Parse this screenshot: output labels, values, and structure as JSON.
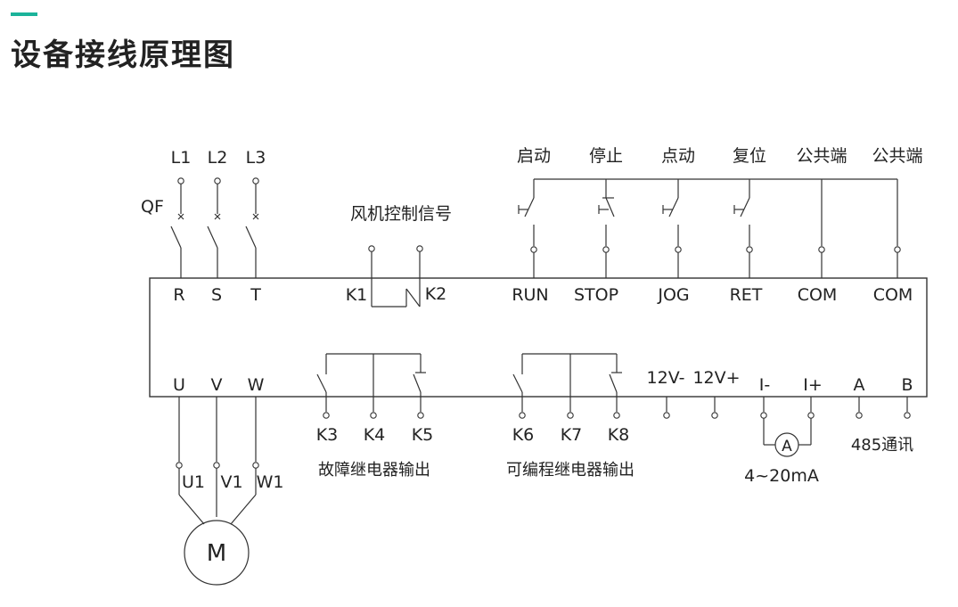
{
  "header": {
    "title": "设备接线原理图",
    "accent_color": "#1bb39a"
  },
  "power_input": {
    "lines": [
      "L1",
      "L2",
      "L3"
    ],
    "breaker": "QF"
  },
  "fan_control": {
    "title": "风机控制信号",
    "terminals": [
      "K1",
      "K2"
    ]
  },
  "control_inputs": {
    "labels": [
      "启动",
      "停止",
      "点动",
      "复位",
      "公共端",
      "公共端"
    ],
    "terminals": [
      "RUN",
      "STOP",
      "JOG",
      "RET",
      "COM",
      "COM"
    ]
  },
  "box_top_terminals": [
    "R",
    "S",
    "T"
  ],
  "box_bottom_terminals": [
    "U",
    "V",
    "W"
  ],
  "motor": {
    "terminals": [
      "U1",
      "V1",
      "W1"
    ],
    "label": "M"
  },
  "fault_relay": {
    "terminals": [
      "K3",
      "K4",
      "K5"
    ],
    "title": "故障继电器输出"
  },
  "prog_relay": {
    "terminals": [
      "K6",
      "K7",
      "K8"
    ],
    "title": "可编程继电器输出"
  },
  "power_out": {
    "terminals": [
      "12V-",
      "12V+"
    ]
  },
  "analog": {
    "terminals": [
      "I-",
      "I+"
    ],
    "meter": "A",
    "range": "4~20mA"
  },
  "comm": {
    "terminals": [
      "A",
      "B"
    ],
    "title": "485通讯"
  }
}
